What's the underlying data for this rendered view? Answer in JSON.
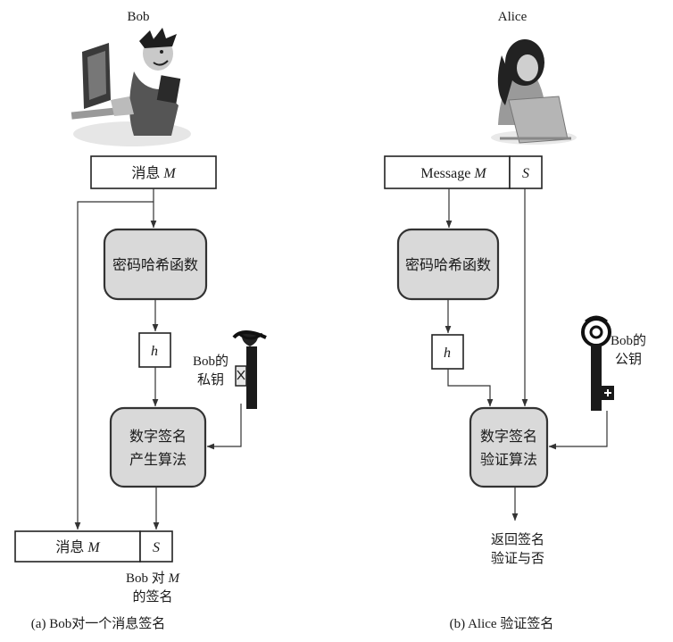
{
  "left": {
    "person": "Bob",
    "message_label": "消息",
    "message_var": "M",
    "hash_function": "密码哈希函数",
    "hash_var": "h",
    "key_label_line1": "Bob的",
    "key_label_line2": "私钥",
    "sign_algo_line1": "数字签名",
    "sign_algo_line2": "产生算法",
    "output_message_label": "消息",
    "output_message_var": "M",
    "signature_var": "S",
    "signature_label_line1": "Bob 对",
    "signature_label_var": "M",
    "signature_label_line2": "的签名",
    "caption": "(a) Bob对一个消息签名"
  },
  "right": {
    "person": "Alice",
    "message_label": "Message",
    "message_var": "M",
    "signature_var": "S",
    "hash_function": "密码哈希函数",
    "hash_var": "h",
    "key_label_line1": "Bob的",
    "key_label_line2": "公钥",
    "verify_algo_line1": "数字签名",
    "verify_algo_line2": "验证算法",
    "result_line1": "返回签名",
    "result_line2": "验证与否",
    "caption": "(b) Alice 验证签名"
  }
}
